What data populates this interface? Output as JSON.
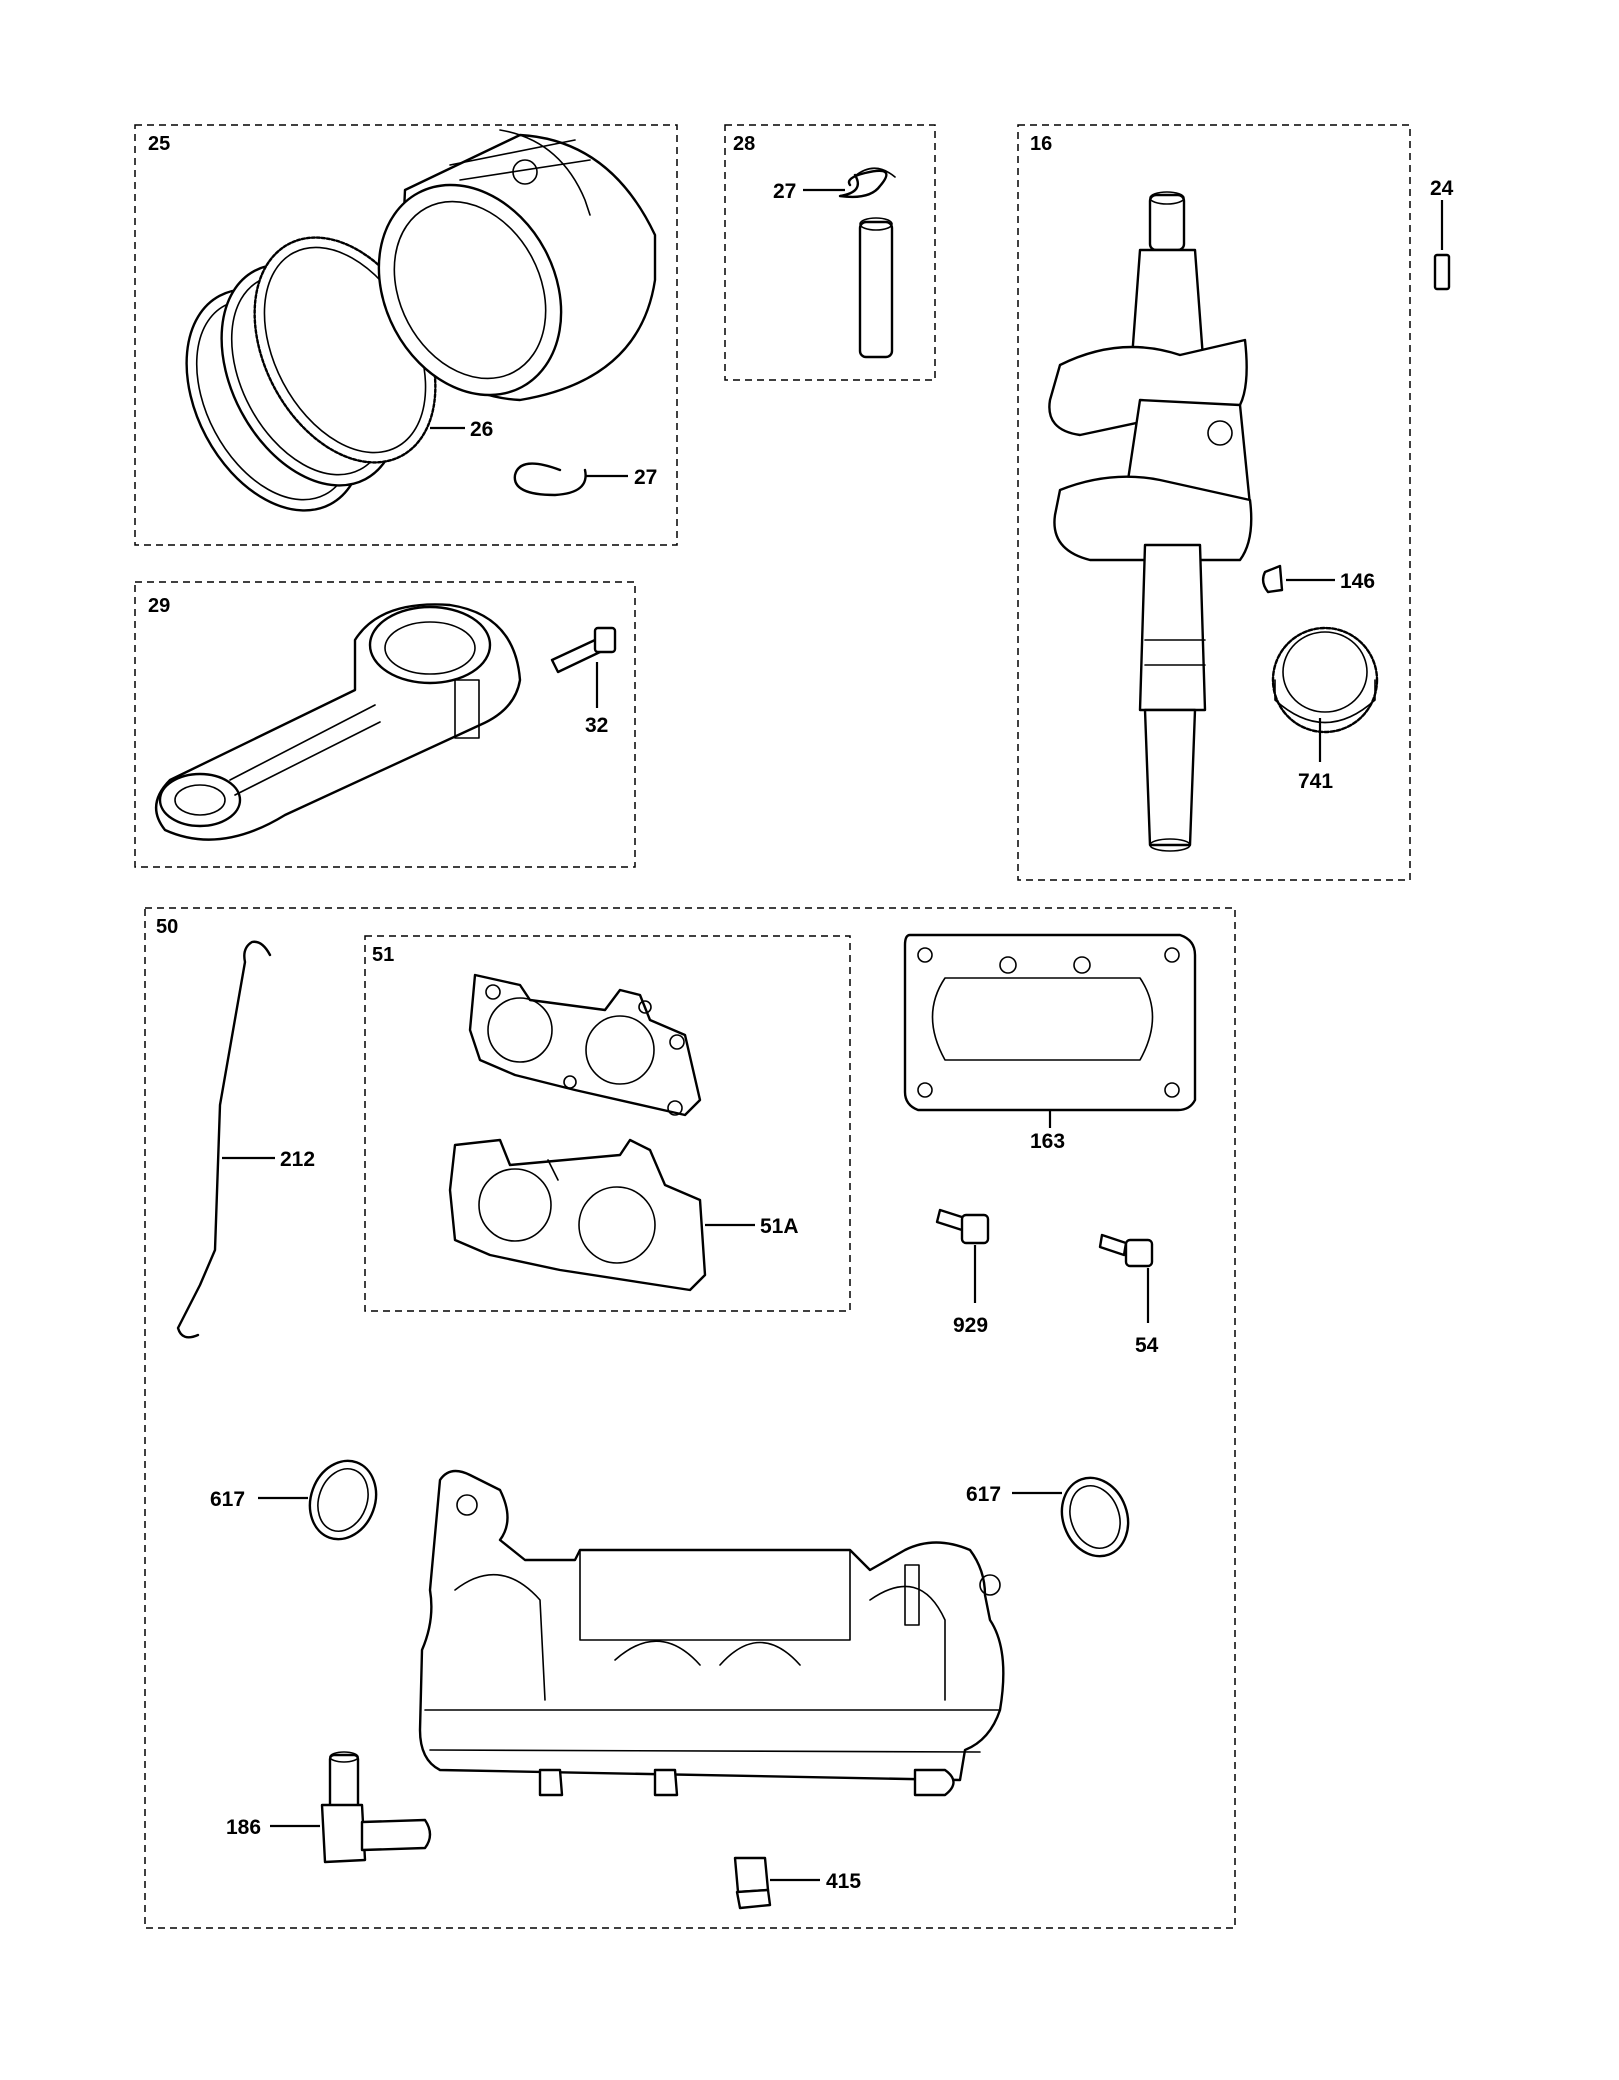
{
  "groups": {
    "g25": "25",
    "g28": "28",
    "g16": "16",
    "g29": "29",
    "g50": "50",
    "g51": "51"
  },
  "callouts": {
    "c24": "24",
    "c26": "26",
    "c27a": "27",
    "c27b": "27",
    "c32": "32",
    "c146": "146",
    "c741": "741",
    "c212": "212",
    "c163": "163",
    "c51A": "51A",
    "c929": "929",
    "c54": "54",
    "c617a": "617",
    "c617b": "617",
    "c186": "186",
    "c415": "415"
  }
}
